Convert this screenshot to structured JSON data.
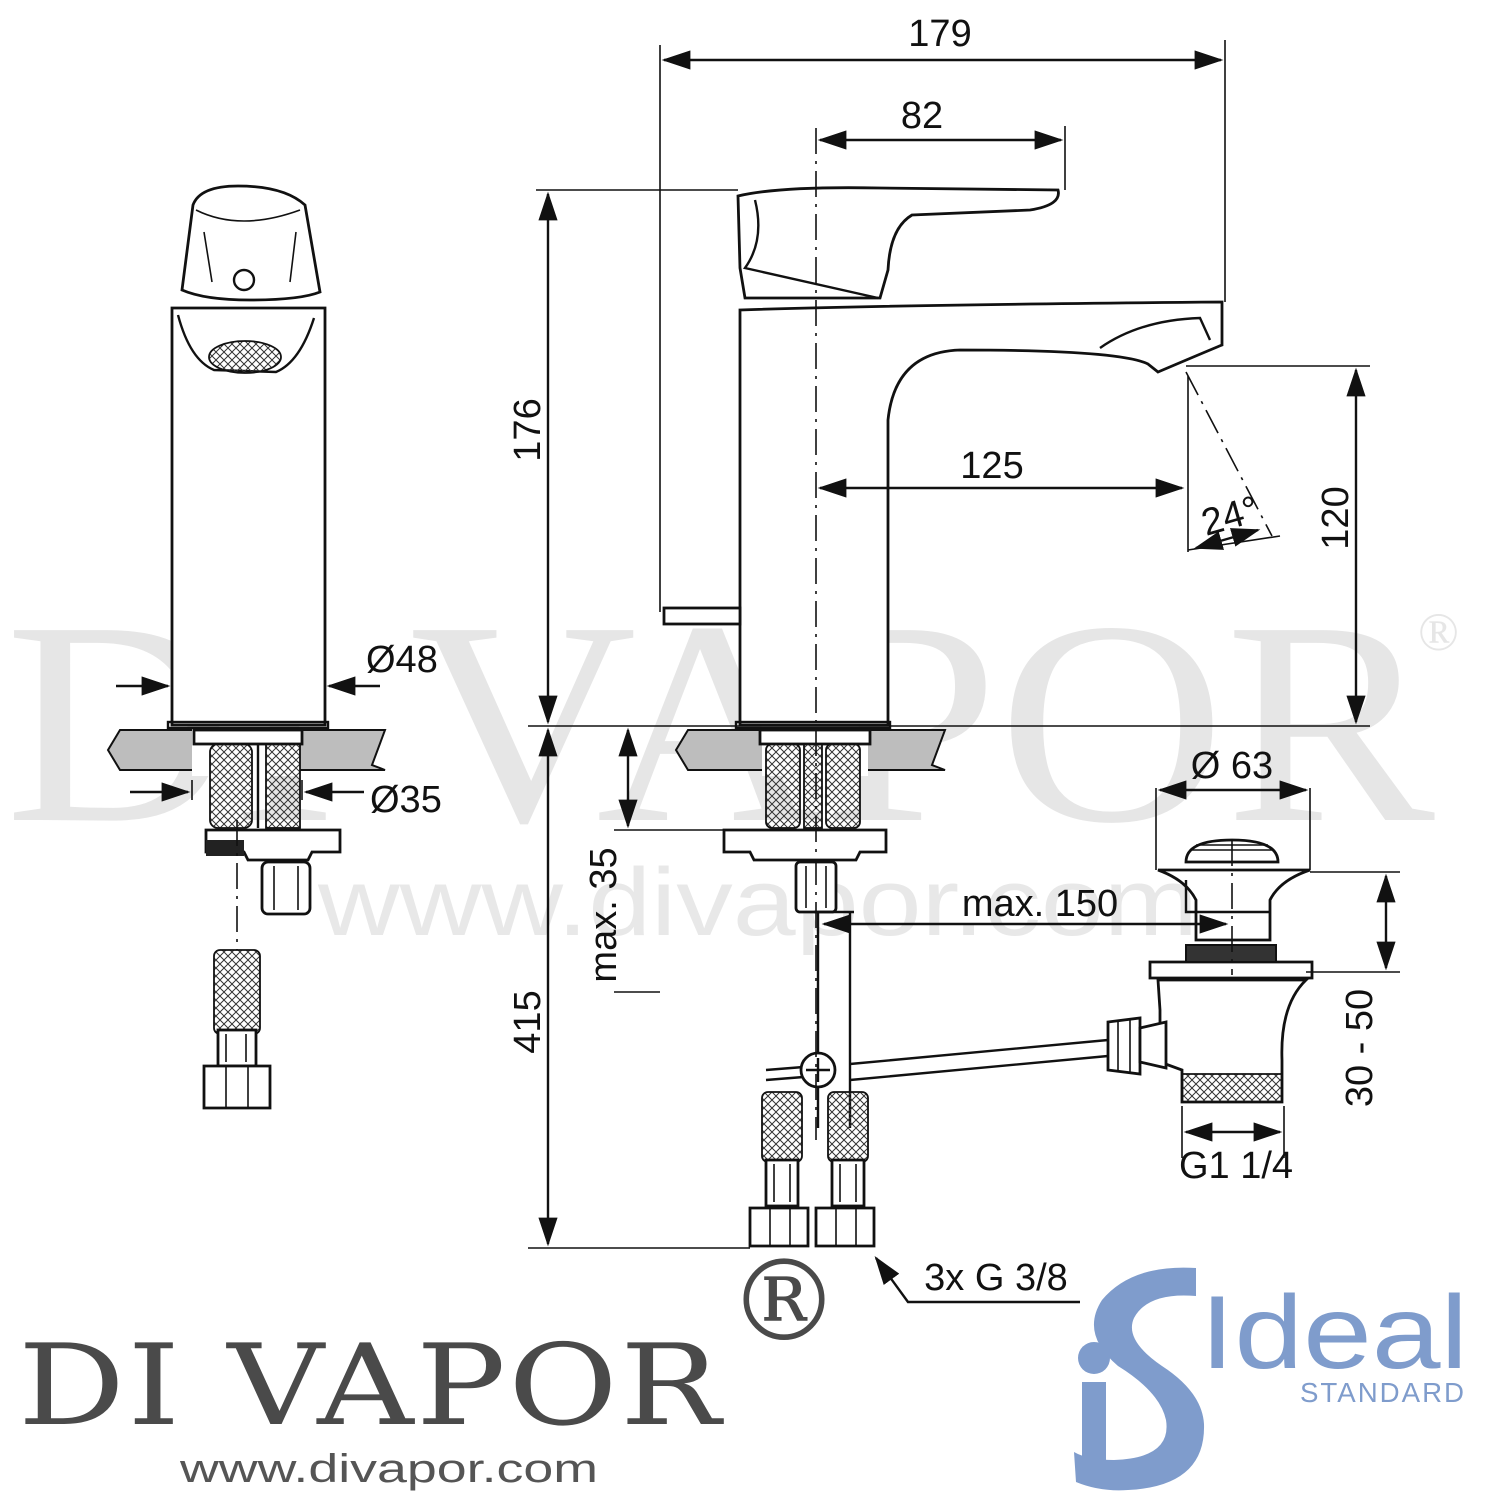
{
  "dimensions": {
    "total_length": "179",
    "lever_length": "82",
    "total_height": "176",
    "spout_reach": "125",
    "spout_height": "120",
    "jet_angle": "24°",
    "body_diameter": "Ø48",
    "shank_diameter": "Ø35",
    "waste_diameter": "Ø 63",
    "max_worktop": "max. 35",
    "max_rod": "max. 150",
    "below_height": "415",
    "waste_range": "30 - 50",
    "waste_thread": "G1  1/4",
    "connections": "3x G 3/8"
  },
  "watermark": {
    "brand": "DI VAPOR",
    "reg": "®",
    "url": "www.divapor.com"
  },
  "brand_logo": {
    "name": "DI VAPOR",
    "reg": "®",
    "url": "www.divapor.com"
  },
  "manufacturer_logo": {
    "word": "Ideal",
    "sub": "STANDARD",
    "color": "#7f9ccc"
  }
}
